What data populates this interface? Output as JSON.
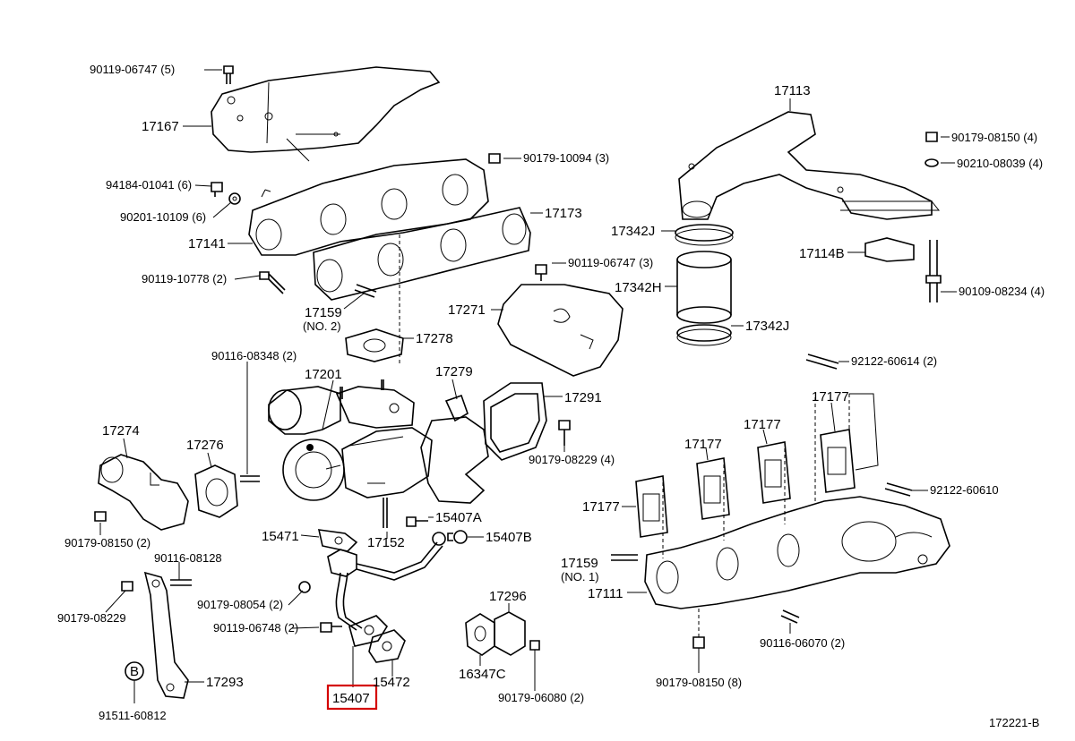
{
  "diagram": {
    "figure_code": "172221-B",
    "highlighted_part": "15407",
    "highlight_color": "#d40000",
    "labels": {
      "p90119_06747_5": "90119-06747 (5)",
      "p17167": "17167",
      "p94184_01041": "94184-01041 (6)",
      "p90201_10109": "90201-10109 (6)",
      "p17141": "17141",
      "p90119_10778": "90119-10778 (2)",
      "p17159_no2": "17159",
      "p17159_no2_sub": "(NO. 2)",
      "p90179_10094": "90179-10094 (3)",
      "p17173": "17173",
      "p90119_06747_3": "90119-06747 (3)",
      "p17271": "17271",
      "p17278": "17278",
      "p90116_08348": "90116-08348 (2)",
      "p17201": "17201",
      "p17279": "17279",
      "p17291": "17291",
      "p90179_08229_4": "90179-08229 (4)",
      "p17274": "17274",
      "p17276": "17276",
      "p90179_08150_2": "90179-08150 (2)",
      "p90116_08128": "90116-08128",
      "p90179_08229": "90179-08229",
      "pB": "B",
      "p91511_60812": "91511-60812",
      "p17293": "17293",
      "p15471": "15471",
      "p17152": "17152",
      "p15407A": "15407A",
      "p15407B": "15407B",
      "p90179_08054": "90179-08054 (2)",
      "p90119_06748": "90119-06748 (2)",
      "p15407": "15407",
      "p15472": "15472",
      "p17296": "17296",
      "p16347C": "16347C",
      "p90179_06080": "90179-06080 (2)",
      "p17113": "17113",
      "p90179_08150_4": "90179-08150 (4)",
      "p90210_08039": "90210-08039 (4)",
      "p17342J_top": "17342J",
      "p17114B": "17114B",
      "p17342H": "17342H",
      "p90109_08234": "90109-08234 (4)",
      "p17342J_bot": "17342J",
      "p92122_60614": "92122-60614 (2)",
      "p17177_a": "17177",
      "p17177_b": "17177",
      "p17177_c": "17177",
      "p17177_d": "17177",
      "p92122_60610": "92122-60610",
      "p17159_no1": "17159",
      "p17159_no1_sub": "(NO. 1)",
      "p17111": "17111",
      "p90116_06070": "90116-06070 (2)",
      "p90179_08150_8": "90179-08150 (8)"
    }
  }
}
